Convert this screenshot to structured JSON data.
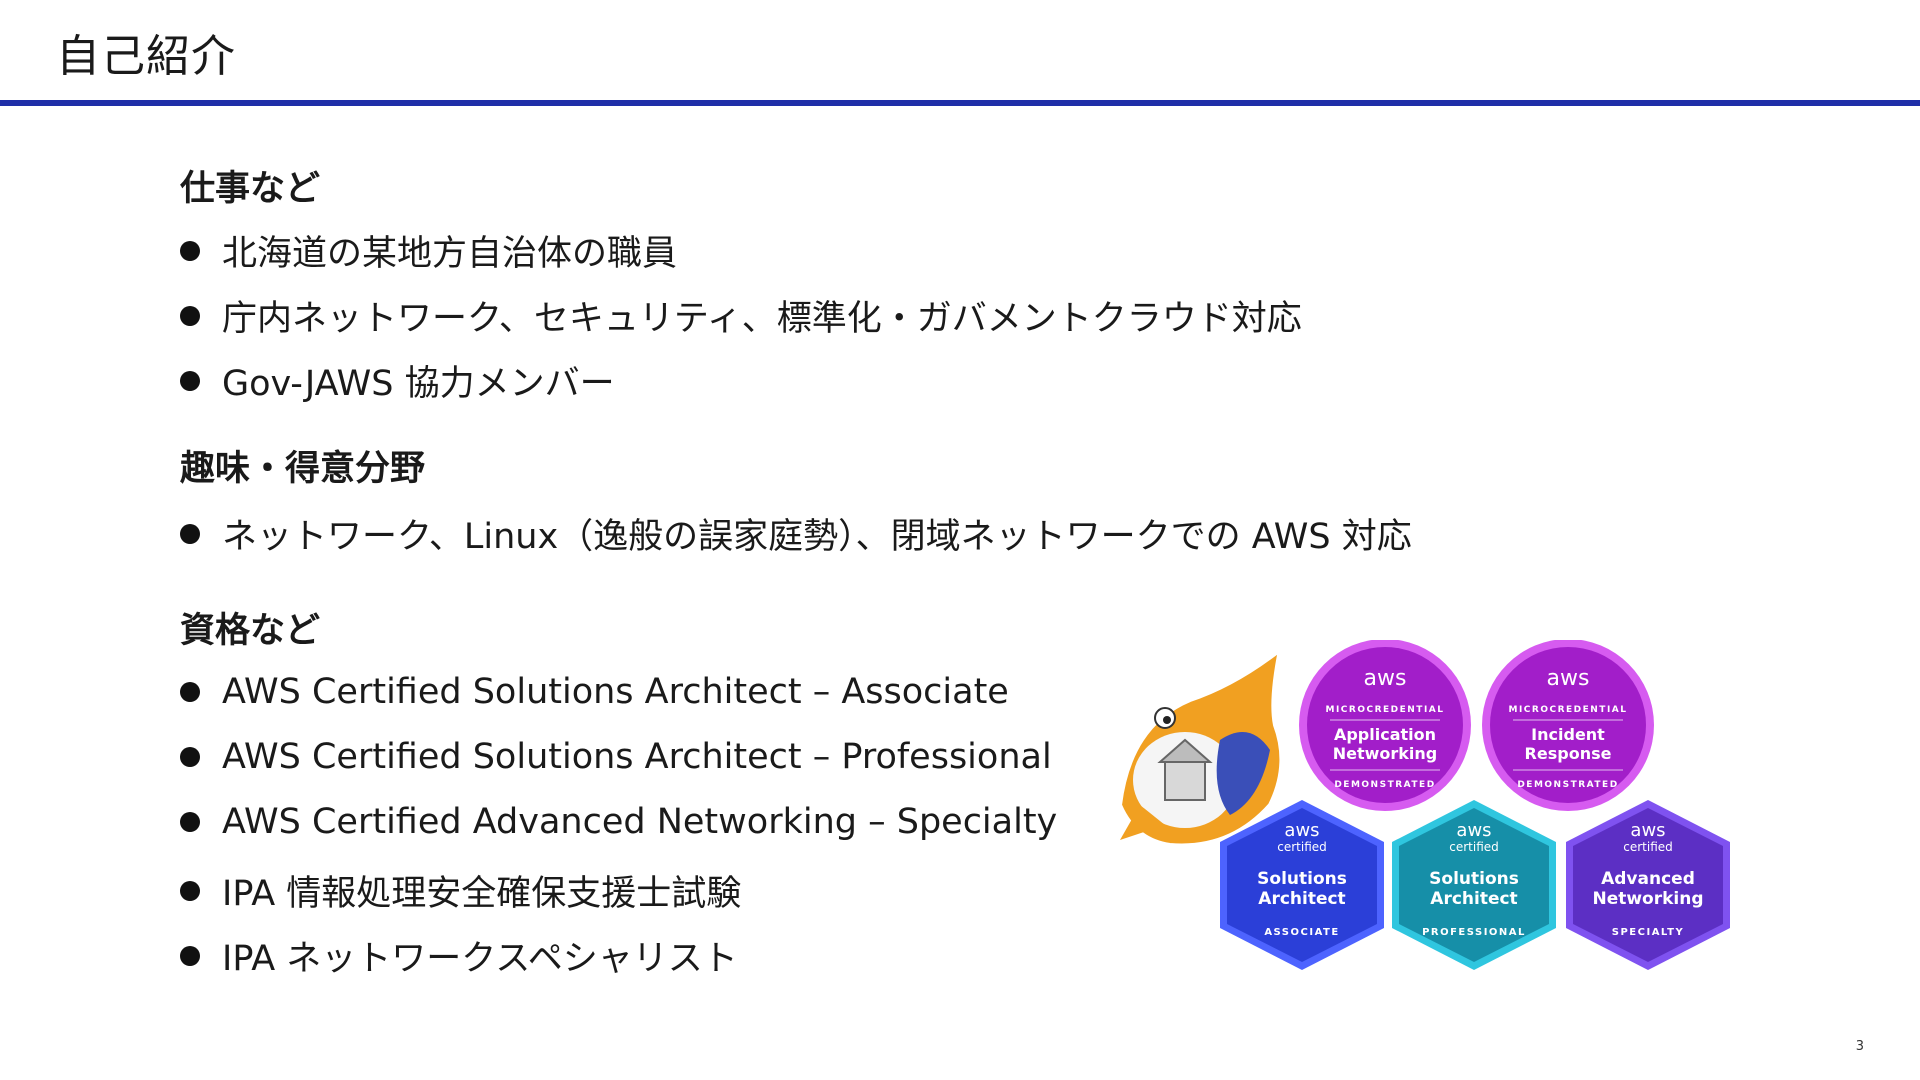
{
  "slide": {
    "title": "自己紹介",
    "page_number": "3"
  },
  "sections": [
    {
      "heading": "仕事など",
      "items": [
        "北海道の某地方自治体の職員",
        "庁内ネットワーク、セキュリティ、標準化・ガバメントクラウド対応",
        "Gov-JAWS 協力メンバー"
      ]
    },
    {
      "heading": "趣味・得意分野",
      "items": [
        "ネットワーク、Linux（逸般の誤家庭勢）、閉域ネットワークでの AWS 対応"
      ]
    },
    {
      "heading": "資格など",
      "items": [
        "AWS Certified Solutions Architect – Associate",
        "AWS Certified Solutions Architect – Professional",
        "AWS Certified Advanced Networking – Specialty",
        "IPA 情報処理安全確保支援士試験",
        "IPA ネットワークスペシャリスト"
      ]
    }
  ],
  "badges": {
    "micro": [
      {
        "brand": "aws",
        "kicker": "MICROCREDENTIAL",
        "line1": "Application",
        "line2": "Networking",
        "footer": "DEMONSTRATED",
        "color": "#a21ec9",
        "ring": "#d65bf0"
      },
      {
        "brand": "aws",
        "kicker": "MICROCREDENTIAL",
        "line1": "Incident",
        "line2": "Response",
        "footer": "DEMONSTRATED",
        "color": "#a21ec9",
        "ring": "#d65bf0"
      }
    ],
    "certs": [
      {
        "brand": "aws",
        "sub": "certified",
        "line1": "Solutions",
        "line2": "Architect",
        "footer": "ASSOCIATE",
        "color": "#2b3fd8",
        "ring": "#4d63ff"
      },
      {
        "brand": "aws",
        "sub": "certified",
        "line1": "Solutions",
        "line2": "Architect",
        "footer": "PROFESSIONAL",
        "color": "#168fa8",
        "ring": "#2fc6df"
      },
      {
        "brand": "aws",
        "sub": "certified",
        "line1": "Advanced",
        "line2": "Networking",
        "footer": "SPECIALTY",
        "color": "#5c2fc4",
        "ring": "#7f52f0"
      }
    ],
    "mascot_icon": "shark-mascot-icon"
  },
  "colors": {
    "title_rule": "#1f2fa8",
    "text": "#1a1a1a"
  }
}
